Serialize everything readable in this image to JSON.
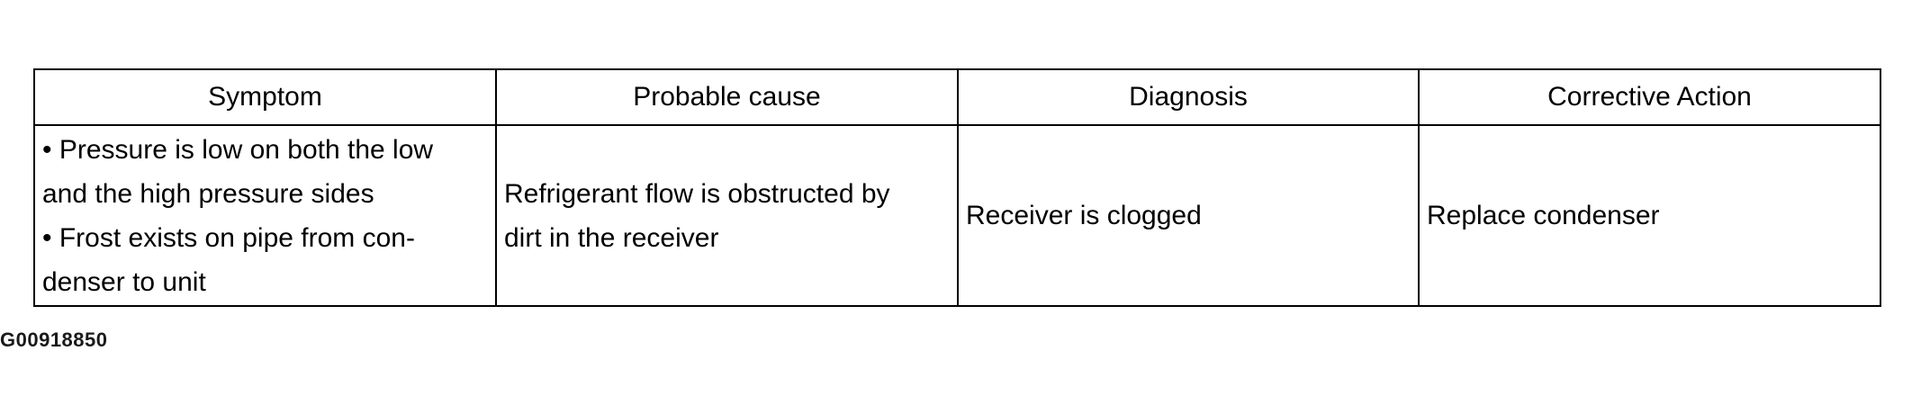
{
  "table": {
    "headers": [
      "Symptom",
      "Probable cause",
      "Diagnosis",
      "Corrective Action"
    ],
    "row": {
      "symptom_lines": [
        "• Pressure is low on both the low",
        "and the high pressure sides",
        "• Frost exists on pipe from con-",
        "denser to unit"
      ],
      "cause_lines": [
        "Refrigerant flow is obstructed by",
        "dirt in the receiver"
      ],
      "diagnosis": "Receiver is clogged",
      "action": "Replace condenser"
    }
  },
  "figure_id": "G00918850"
}
